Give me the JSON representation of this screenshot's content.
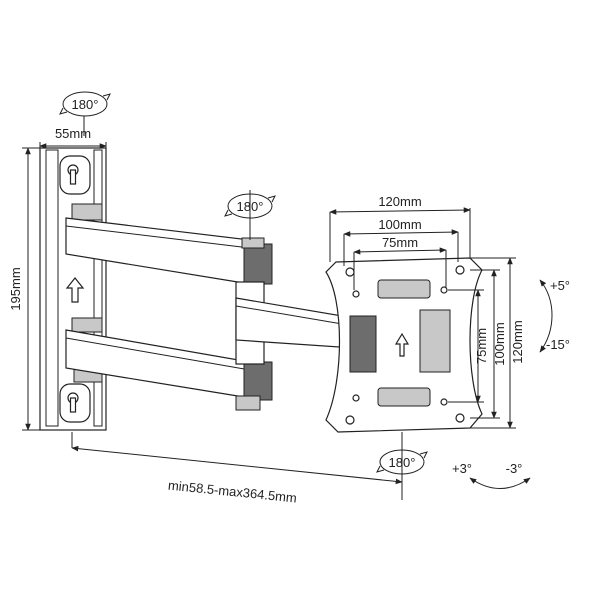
{
  "dimensions": {
    "plate_depth": "55mm",
    "plate_height": "195mm",
    "extension": "min58.5-max364.5mm",
    "vesa_120_w": "120mm",
    "vesa_100_w": "100mm",
    "vesa_75_w": "75mm",
    "vesa_75_h": "75mm",
    "vesa_100_h": "100mm",
    "vesa_120_h": "120mm"
  },
  "rotations": {
    "wall_swivel": "180°",
    "arm_swivel": "180°",
    "head_swivel": "180°",
    "tilt_up": "+5°",
    "tilt_down": "-15°",
    "level_plus": "+3°",
    "level_minus": "-3°"
  },
  "icons": {
    "up_arrow": "up-arrow-icon",
    "rotate": "rotate-arrow-icon"
  }
}
